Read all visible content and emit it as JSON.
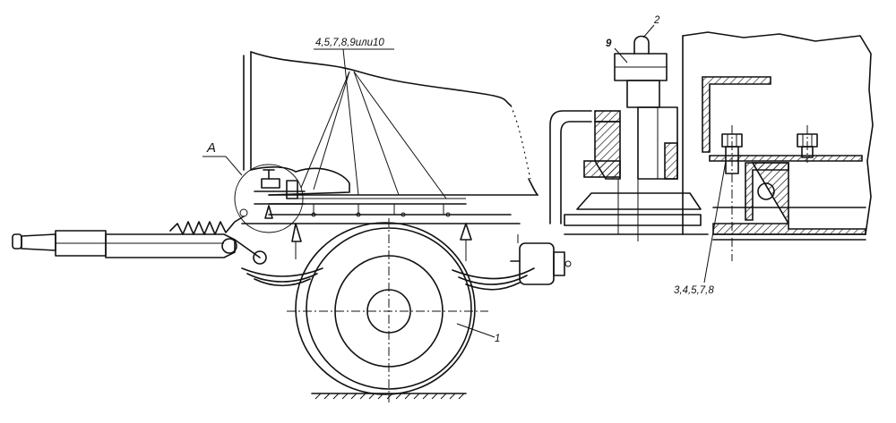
{
  "labels": {
    "callout_a": "A",
    "callout_top": "4,5,7,8,9или10",
    "callout_9": "9",
    "callout_2": "2",
    "callout_bottom": "3,4,5,7,8",
    "callout_1": "1"
  },
  "colors": {
    "ink": "#111111",
    "paper": "#ffffff"
  }
}
